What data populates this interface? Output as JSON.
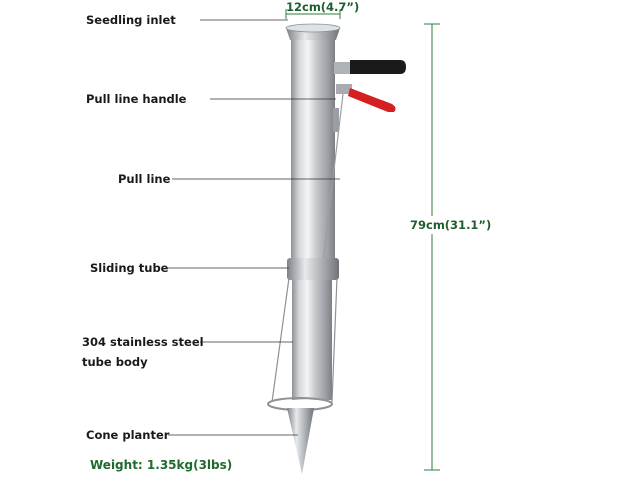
{
  "labels": {
    "seedling_inlet": "Seedling inlet",
    "pull_line_handle": "Pull line handle",
    "pull_line": "Pull line",
    "sliding_tube": "Sliding tube",
    "tube_body_line1": "304 stainless steel",
    "tube_body_line2": "tube body",
    "cone_planter": "Cone planter"
  },
  "dimensions": {
    "width": "12cm(4.7”)",
    "height": "79cm(31.1”)"
  },
  "weight": "Weight: 1.35kg(3lbs)",
  "colors": {
    "dimension_line": "#2e7d3a",
    "handle_grip": "#1a1a1a",
    "lever": "#d42020",
    "steel": "#b8bcc0"
  }
}
